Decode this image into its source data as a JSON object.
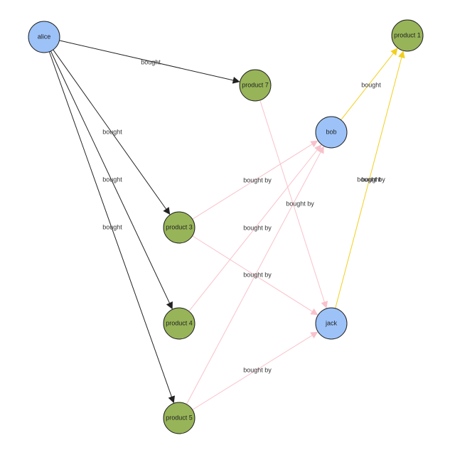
{
  "colors": {
    "person_fill": "#9cc2f8",
    "product_fill": "#97b458",
    "node_stroke": "#222222",
    "edge_black": "#222222",
    "edge_pink": "#f9c1cb",
    "edge_gold": "#f2cf1e"
  },
  "nodes": [
    {
      "id": "alice",
      "label": "alice",
      "kind": "person"
    },
    {
      "id": "product7",
      "label": "product 7",
      "kind": "product"
    },
    {
      "id": "product1",
      "label": "product 1",
      "kind": "product"
    },
    {
      "id": "bob",
      "label": "bob",
      "kind": "person"
    },
    {
      "id": "product3",
      "label": "product 3",
      "kind": "product"
    },
    {
      "id": "product4",
      "label": "product 4",
      "kind": "product"
    },
    {
      "id": "jack",
      "label": "jack",
      "kind": "person"
    },
    {
      "id": "product5",
      "label": "product 5",
      "kind": "product"
    }
  ],
  "edges": [
    {
      "from": "alice",
      "to": "product7",
      "label": "bought",
      "color": "edge_black"
    },
    {
      "from": "alice",
      "to": "product3",
      "label": "bought",
      "color": "edge_black"
    },
    {
      "from": "alice",
      "to": "product4",
      "label": "bought",
      "color": "edge_black"
    },
    {
      "from": "alice",
      "to": "product5",
      "label": "bought",
      "color": "edge_black"
    },
    {
      "from": "product7",
      "to": "jack",
      "label": "bought by",
      "color": "edge_pink"
    },
    {
      "from": "product3",
      "to": "bob",
      "label": "bought by",
      "color": "edge_pink"
    },
    {
      "from": "product3",
      "to": "jack",
      "label": "bought by",
      "color": "edge_pink"
    },
    {
      "from": "product4",
      "to": "bob",
      "label": "bought by",
      "color": "edge_pink"
    },
    {
      "from": "product5",
      "to": "bob",
      "label": "bought by",
      "color": "edge_pink"
    },
    {
      "from": "product5",
      "to": "jack",
      "label": "bought by",
      "color": "edge_pink"
    },
    {
      "from": "bob",
      "to": "product1",
      "label": "bought",
      "color": "edge_gold"
    },
    {
      "from": "jack",
      "to": "product1",
      "label": "bought",
      "color": "edge_gold"
    }
  ]
}
